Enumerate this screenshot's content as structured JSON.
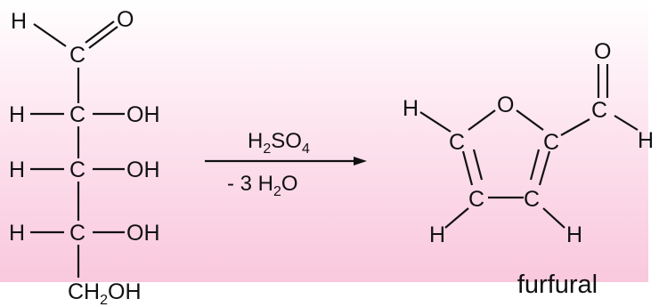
{
  "diagram": {
    "background_gradient": [
      "#ffffff",
      "#fde4ef",
      "#f9c8dc"
    ],
    "reactant": {
      "atoms": {
        "h_top": "H",
        "c1": "C",
        "o1": "O",
        "h2": "H",
        "c2": "C",
        "oh2": "OH",
        "h3": "H",
        "c3": "C",
        "oh3": "OH",
        "h4": "H",
        "c4": "C",
        "oh4": "OH",
        "ch2oh_main": "CH",
        "ch2oh_sub": "2",
        "ch2oh_tail": "OH"
      }
    },
    "arrow": {
      "reagent_main": "H",
      "reagent_sub": "2",
      "reagent_tail": "SO",
      "reagent_sub2": "4",
      "byproduct_main": "- 3 H",
      "byproduct_sub": "2",
      "byproduct_tail": "O"
    },
    "product": {
      "atoms": {
        "o_ring": "O",
        "c_left": "C",
        "c_right": "C",
        "c_bottom_left": "C",
        "c_bottom_right": "C",
        "h_top_left": "H",
        "h_bottom_left": "H",
        "h_bottom_right": "H",
        "c_aldehyde": "C",
        "o_aldehyde": "O",
        "h_aldehyde": "H"
      },
      "name": "furfural"
    }
  }
}
